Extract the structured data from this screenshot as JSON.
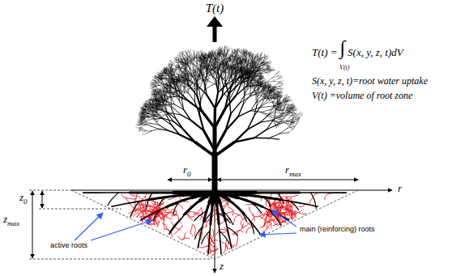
{
  "diagram": {
    "labels": [
      "T(t)",
      "T(t) =",
      "∫",
      "V(t)",
      "S(x, y, z, t)dV",
      "S(x, y, z, t)=root water uptake",
      "V(t) =volume of root zone",
      "r",
      "0",
      "r",
      "max",
      "r",
      "z",
      "0",
      "z",
      "max",
      "z",
      "active roots",
      "main (reinforcing) roots"
    ]
  }
}
